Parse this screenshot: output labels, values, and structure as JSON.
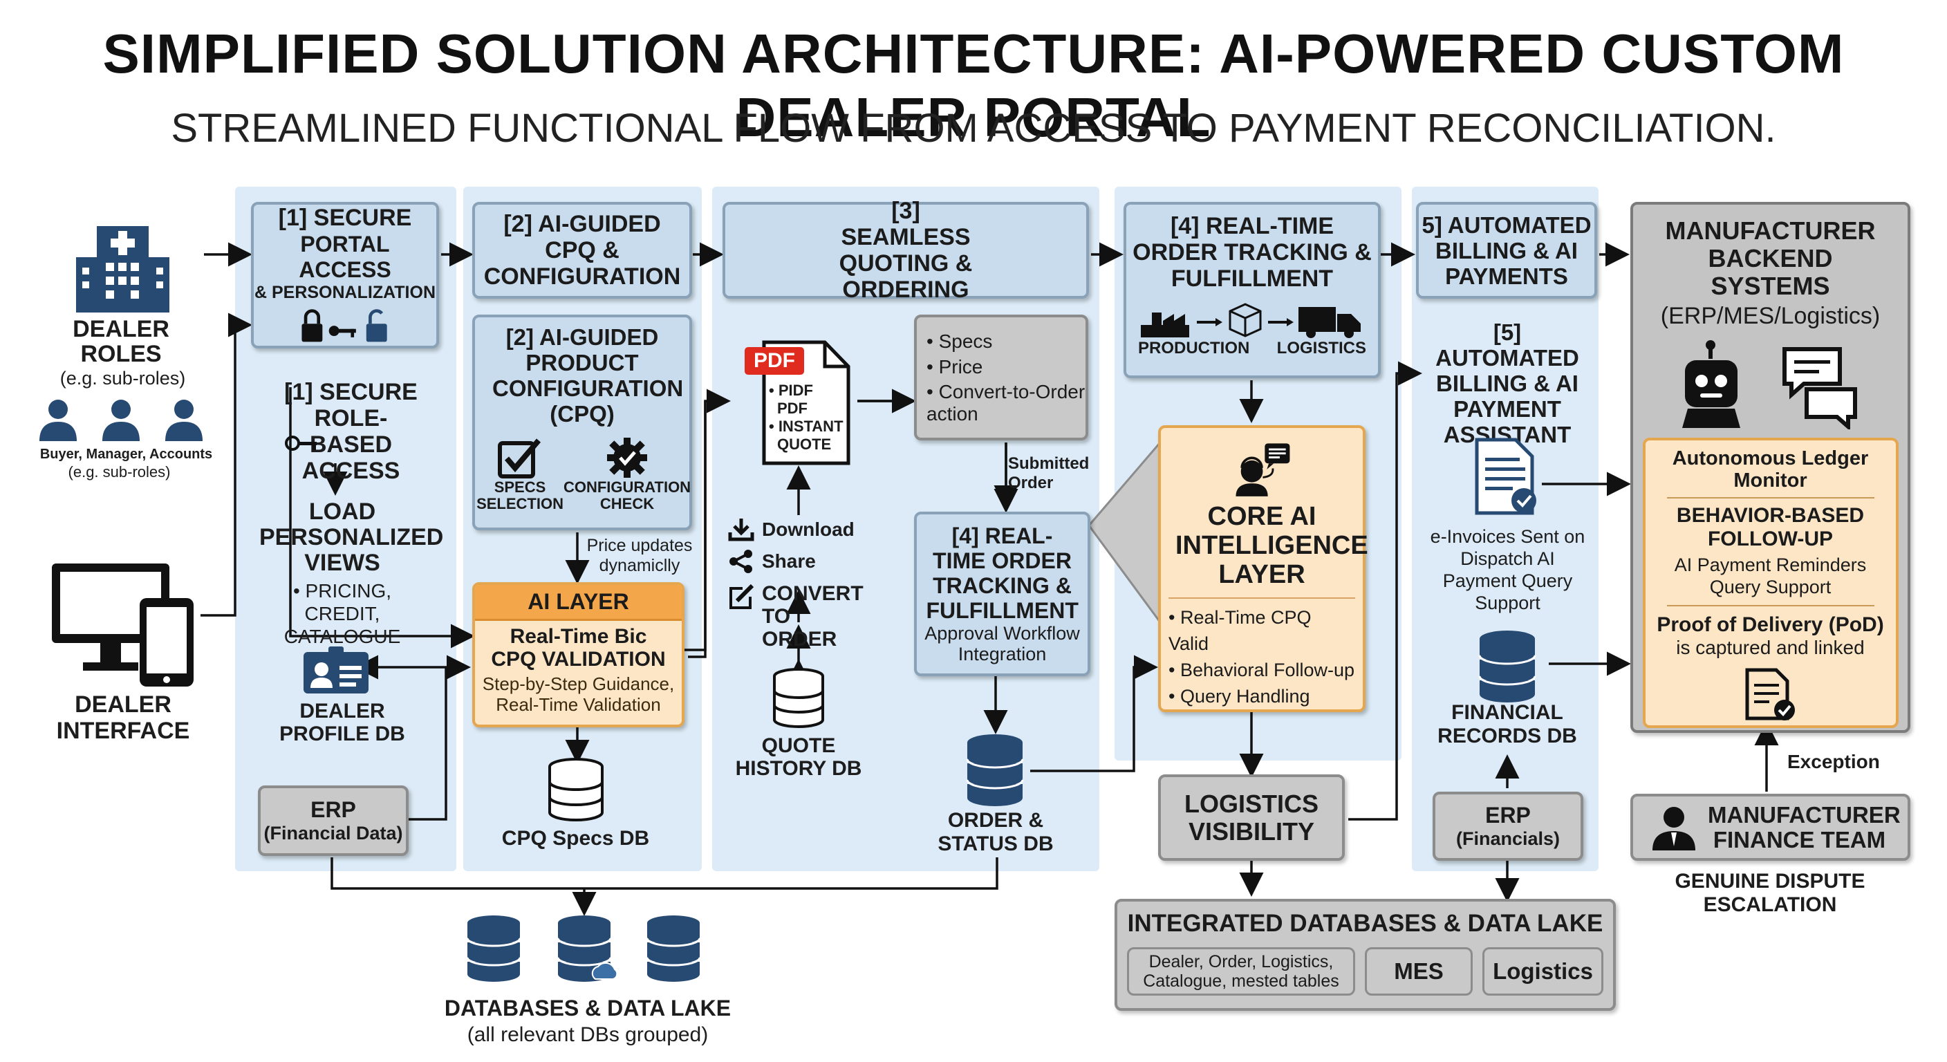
{
  "title": "SIMPLIFIED SOLUTION ARCHITECTURE: AI-POWERED CUSTOM DEALER PORTAL",
  "subtitle": "STREAMLINED FUNCTIONAL FLOW FROM ACCESS TO PAYMENT RECONCILIATION.",
  "left": {
    "dealer_roles": "DEALER ROLES",
    "dealer_roles_sub": "(e.g. sub-roles)",
    "role_names": "Buyer,  Manager, Accounts",
    "role_names_sub": "(e.g. sub-roles)",
    "dealer_interface": "DEALER INTERFACE"
  },
  "col1": {
    "header_l1": "[1] SECURE",
    "header_l2": "PORTAL ACCESS",
    "header_l3": "& PERSONALIZATION",
    "role_access": "[1] SECURE ROLE-BASED ACCESS",
    "load_views": "LOAD PERSONALIZED VIEWS",
    "bullet": "• PRICING, CREDIT, CATALOGUE",
    "profile_db": "DEALER PROFILE DB",
    "erp": "ERP",
    "erp_sub": "(Financial Data)"
  },
  "col2": {
    "header": "[2] AI-GUIDED CPQ & CONFIGURATION",
    "cpq_title": "[2] AI-GUIDED PRODUCT CONFIGURATION (CPQ)",
    "specs_sel": "SPECS SELECTION",
    "config_check": "CONFIGURATION CHECK",
    "price_updates": "Price updates dynamiclly",
    "ai_layer": "AI LAYER",
    "ai_validation": "Real-Time Bic CPQ VALIDATION",
    "ai_guidance": "Step-by-Step Guidance, Real-Time Validation",
    "cpq_db": "CPQ Specs DB"
  },
  "col3": {
    "header": "[3] SEAMLESS QUOTING & ORDERING",
    "pdf_badge": "PDF",
    "pdf_lines": [
      "• PIDF",
      "PDF",
      "• INSTANT",
      "QUOTE"
    ],
    "download": "Download",
    "share": "Share",
    "convert": "CONVERT TO ORDER",
    "quote_db": "QUOTE HISTORY DB",
    "specs_list": [
      "• Specs",
      "• Price",
      "• Convert-to-Order action"
    ],
    "submitted": "Submitted Order",
    "track_title": "[4] REAL-TIME ORDER TRACKING & FULFILLMENT",
    "track_sub": "Approval Workflow Integration",
    "order_db": "ORDER & STATUS DB"
  },
  "col4": {
    "header": "[4] REAL-TIME ORDER TRACKING & FULFILLMENT",
    "production": "PRODUCTION",
    "logistics": "LOGISTICS",
    "core_title": "CORE AI INTELLIGENCE LAYER",
    "core_bullets": [
      "• Real-Time CPQ Valid",
      "• Behavioral Follow-up",
      "• Query Handling"
    ],
    "logistics_vis": "LOGISTICS VISIBILITY"
  },
  "col5": {
    "header": "5] AUTOMATED BILLING & AI PAYMENTS",
    "assistant": "[5] AUTOMATED BILLING & AI PAYMENT ASSISTANT",
    "einv": "e-Invoices Sent on Dispatch AI Payment Query Support",
    "fin_db": "FINANCIAL RECORDS DB",
    "erp": "ERP",
    "erp_sub": "(Financials)"
  },
  "col6": {
    "header": "MANUFACTURER BACKEND SYSTEMS",
    "header_sub": "(ERP/MES/Logistics)",
    "ledger": "Autonomous Ledger Monitor",
    "behavior": "BEHAVIOR-BASED FOLLOW-UP",
    "reminders": "AI Payment Reminders Query Support",
    "pod": "Proof of Delivery (PoD)",
    "pod_sub": "is captured and linked",
    "exception": "Exception",
    "finance_team": "MANUFACTURER FINANCE TEAM",
    "dispute": "GENUINE DISPUTE ESCALATION"
  },
  "bottom": {
    "integrated": "INTEGRATED DATABASES & DATA LAKE",
    "dealer_tables": "Dealer, Order, Logistics, Catalogue, mested tables",
    "mes": "MES",
    "logistics": "Logistics",
    "data_lake": "DATABASES & DATA LAKE",
    "data_lake_sub": "(all relevant DBs grouped)"
  },
  "colors": {
    "lane": "#dcebf7",
    "box_blue": "#c9dced",
    "orange": "#f4a64a",
    "navy": "#274a73",
    "grey": "#c9c9c9"
  }
}
